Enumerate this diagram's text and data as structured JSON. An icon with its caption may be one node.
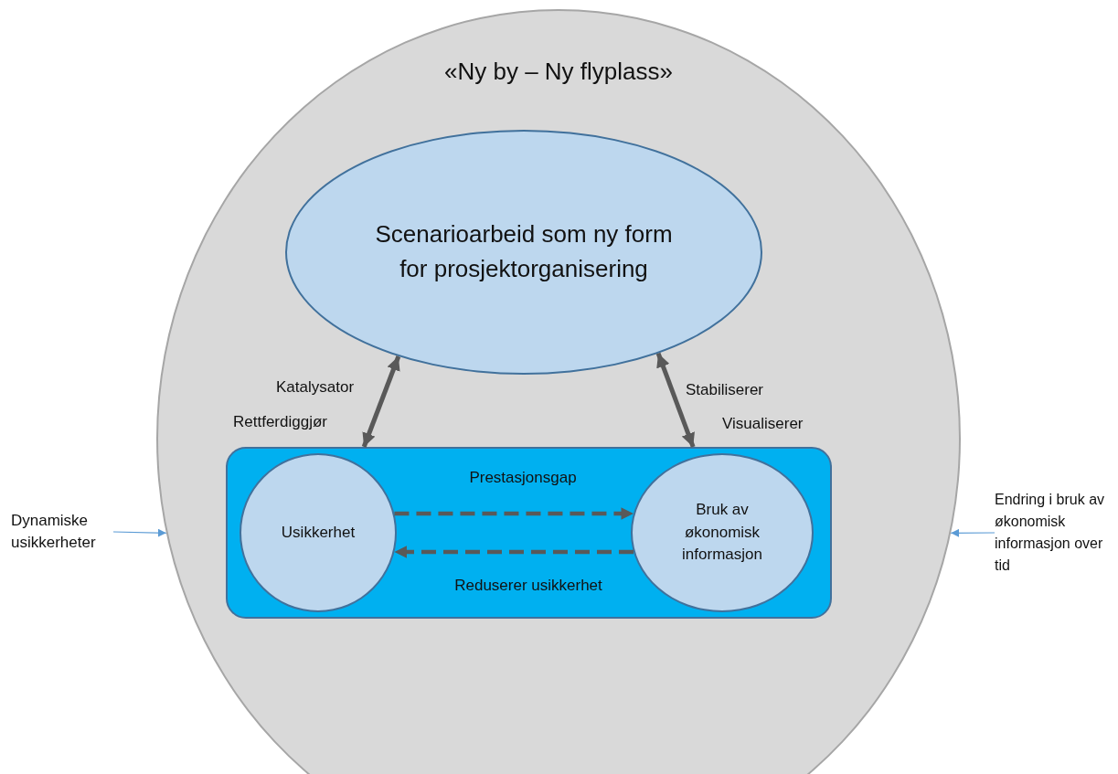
{
  "diagram": {
    "nodes": [
      {
        "text": [
          "«Ny by – Ny flyplass»"
        ]
      },
      {
        "text": [
          "Scenarioarbeid som ny form for prosjektorganisering"
        ],
        "in": 0
      },
      {
        "text": [],
        "shape": "box",
        "in": 0
      },
      {
        "text": [
          "Usikkerhet"
        ],
        "in": 2
      },
      {
        "text": [
          "Bruk av økonomisk informasjon"
        ],
        "in": 2
      },
      {
        "text": [
          "Dynamiske usikkerheter"
        ]
      },
      {
        "text": [
          "Endring i bruk av økonomisk informasjon over tid"
        ]
      }
    ],
    "edges": [
      {
        "from": 2,
        "to": 1,
        "arrow": "both"
      },
      {
        "from": 2,
        "to": 1,
        "arrow": "both"
      },
      {
        "from": 3,
        "to": 4,
        "arrow": "to",
        "style": "dashed",
        "label": "Prestasjonsgap"
      },
      {
        "from": 4,
        "to": 3,
        "arrow": "to",
        "style": "dashed",
        "label": "Reduserer usikkerhet"
      },
      {
        "from": 5,
        "to": 0,
        "arrow": "to",
        "color": "#5b9bd5"
      },
      {
        "from": 6,
        "to": 0,
        "arrow": "to",
        "color": "#5b9bd5"
      }
    ],
    "labels": [
      "Katalysator",
      "Rettferdiggjør",
      "Stabiliserer",
      "Visualiserer"
    ]
  }
}
